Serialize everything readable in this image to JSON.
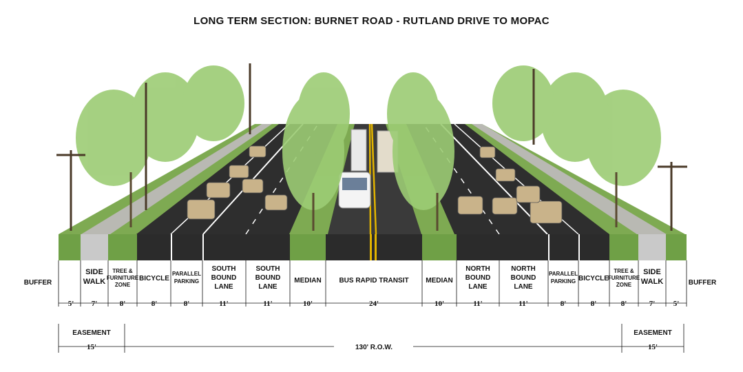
{
  "title": "LONG TERM SECTION:  BURNET ROAD - RUTLAND DRIVE TO MOPAC",
  "colors": {
    "asphalt": "#2b2b2b",
    "grass": "#6fa046",
    "sidewalk": "#c9c9c9",
    "tree": "#8fc06a",
    "lane_line": "#ffffff",
    "center_line": "#e2b400"
  },
  "segments": [
    {
      "id": "buffer-left",
      "lines": [
        "BUFFER"
      ],
      "width": "5'"
    },
    {
      "id": "sidewalk-left",
      "lines": [
        "SIDE",
        "WALK"
      ],
      "width": "7'"
    },
    {
      "id": "tree-zone-left",
      "lines": [
        "TREE &",
        "FURNITURE",
        "ZONE"
      ],
      "width": "8'"
    },
    {
      "id": "bicycle-left",
      "lines": [
        "BICYCLE"
      ],
      "width": "8'"
    },
    {
      "id": "parking-left",
      "lines": [
        "PARALLEL",
        "PARKING"
      ],
      "width": "8'"
    },
    {
      "id": "southbound-1",
      "lines": [
        "SOUTH",
        "BOUND",
        "LANE"
      ],
      "width": "11'"
    },
    {
      "id": "southbound-2",
      "lines": [
        "SOUTH",
        "BOUND",
        "LANE"
      ],
      "width": "11'"
    },
    {
      "id": "median-left",
      "lines": [
        "MEDIAN"
      ],
      "width": "10'"
    },
    {
      "id": "brt",
      "lines": [
        "BUS RAPID TRANSIT"
      ],
      "width": "24'"
    },
    {
      "id": "median-right",
      "lines": [
        "MEDIAN"
      ],
      "width": "10'"
    },
    {
      "id": "northbound-1",
      "lines": [
        "NORTH",
        "BOUND",
        "LANE"
      ],
      "width": "11'"
    },
    {
      "id": "northbound-2",
      "lines": [
        "NORTH",
        "BOUND",
        "LANE"
      ],
      "width": "11'"
    },
    {
      "id": "parking-right",
      "lines": [
        "PARALLEL",
        "PARKING"
      ],
      "width": "8'"
    },
    {
      "id": "bicycle-right",
      "lines": [
        "BICYCLE"
      ],
      "width": "8'"
    },
    {
      "id": "tree-zone-right",
      "lines": [
        "TREE &",
        "FURNITURE",
        "ZONE"
      ],
      "width": "8'"
    },
    {
      "id": "sidewalk-right",
      "lines": [
        "SIDE",
        "WALK"
      ],
      "width": "7'"
    },
    {
      "id": "buffer-right",
      "lines": [
        "BUFFER"
      ],
      "width": "5'"
    }
  ],
  "easement_left": {
    "label": "EASEMENT",
    "width": "15'"
  },
  "easement_right": {
    "label": "EASEMENT",
    "width": "15'"
  },
  "row_label": "130' R.O.W."
}
